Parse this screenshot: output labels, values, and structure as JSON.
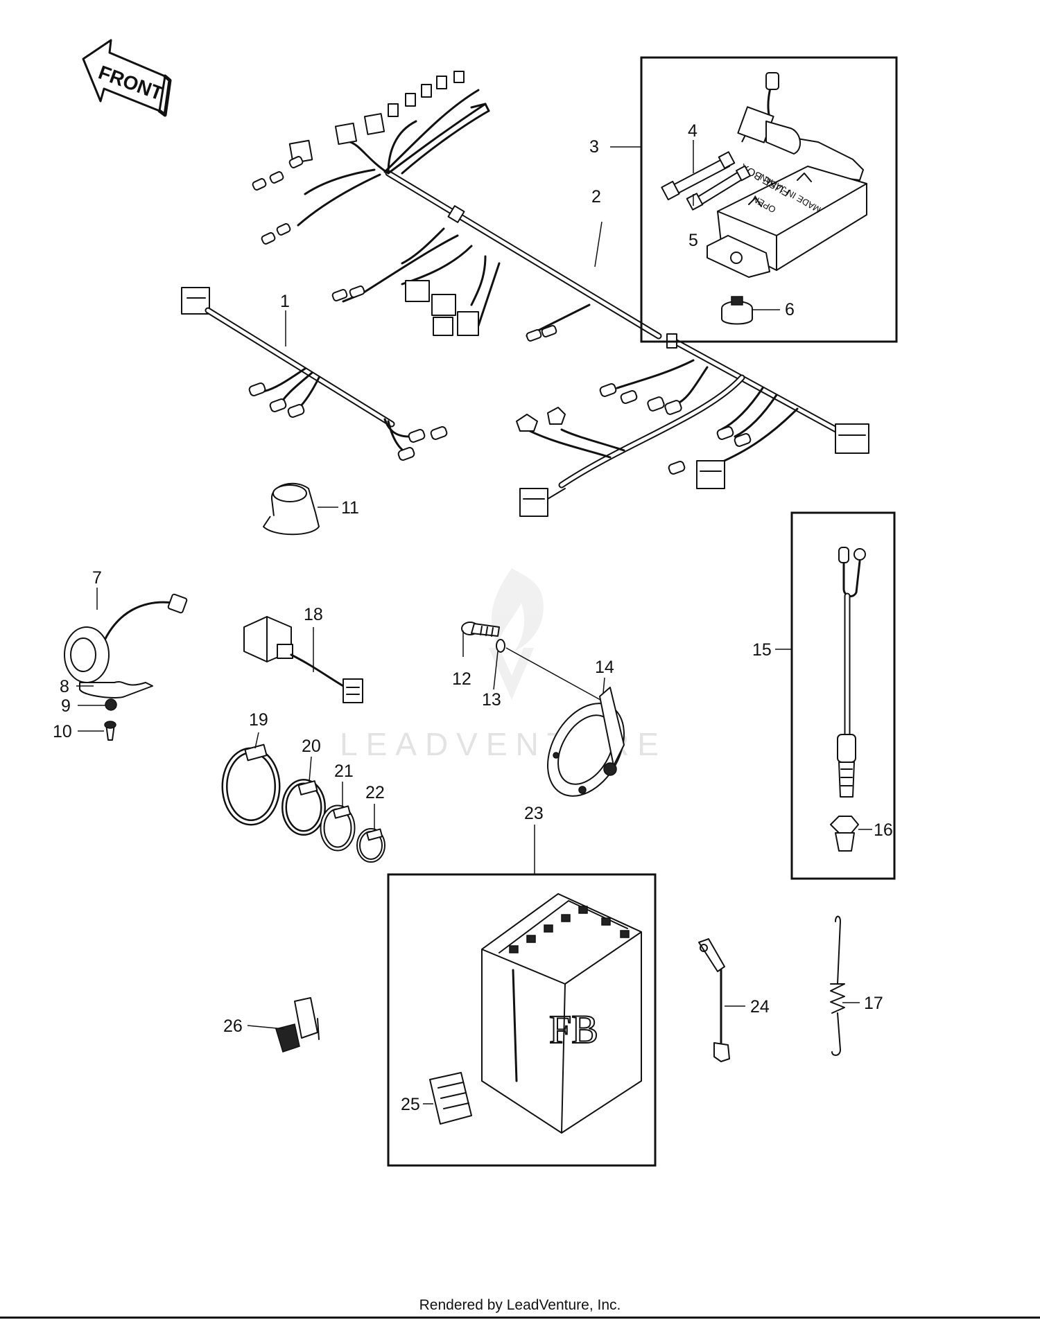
{
  "front_arrow": {
    "label": "FRONT"
  },
  "fuse_box_text": {
    "line1": "FUSE BOX",
    "line2": "MADE IN JAPAN",
    "line3": "OPEN"
  },
  "battery_text": "FB",
  "watermark": "LEADVENTURE",
  "callouts": [
    {
      "id": "1",
      "label": "1"
    },
    {
      "id": "2",
      "label": "2"
    },
    {
      "id": "3",
      "label": "3"
    },
    {
      "id": "4",
      "label": "4"
    },
    {
      "id": "5",
      "label": "5"
    },
    {
      "id": "6",
      "label": "6"
    },
    {
      "id": "7",
      "label": "7"
    },
    {
      "id": "8",
      "label": "8"
    },
    {
      "id": "9",
      "label": "9"
    },
    {
      "id": "10",
      "label": "10"
    },
    {
      "id": "11",
      "label": "11"
    },
    {
      "id": "12",
      "label": "12"
    },
    {
      "id": "13",
      "label": "13"
    },
    {
      "id": "14",
      "label": "14"
    },
    {
      "id": "15",
      "label": "15"
    },
    {
      "id": "16",
      "label": "16"
    },
    {
      "id": "17",
      "label": "17"
    },
    {
      "id": "18",
      "label": "18"
    },
    {
      "id": "19",
      "label": "19"
    },
    {
      "id": "20",
      "label": "20"
    },
    {
      "id": "21",
      "label": "21"
    },
    {
      "id": "22",
      "label": "22"
    },
    {
      "id": "23",
      "label": "23"
    },
    {
      "id": "24",
      "label": "24"
    },
    {
      "id": "25",
      "label": "25"
    },
    {
      "id": "26",
      "label": "26"
    }
  ],
  "footer": {
    "text": "Rendered by LeadVenture, Inc."
  }
}
